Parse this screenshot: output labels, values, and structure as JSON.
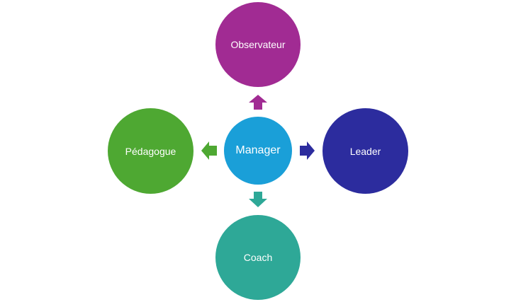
{
  "diagram": {
    "center": {
      "label": "Manager",
      "color": "#1a9fd8"
    },
    "nodes": [
      {
        "id": "top",
        "label": "Observateur",
        "color": "#a12b93"
      },
      {
        "id": "right",
        "label": "Leader",
        "color": "#2c2c9e"
      },
      {
        "id": "bottom",
        "label": "Coach",
        "color": "#2ea897"
      },
      {
        "id": "left",
        "label": "Pédagogue",
        "color": "#4ea832"
      }
    ]
  }
}
